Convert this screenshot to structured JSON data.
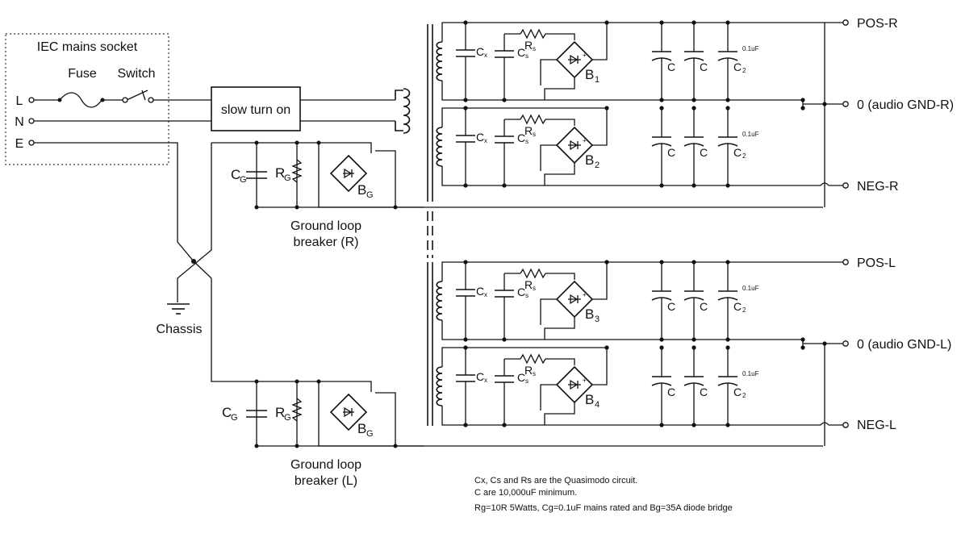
{
  "mains": {
    "title": "IEC mains socket",
    "fuse": "Fuse",
    "switch": "Switch",
    "line": "L",
    "neutral": "N",
    "earth": "E"
  },
  "softstart": "slow turn on",
  "chassis": "Chassis",
  "ground_loop_r": [
    "Ground loop",
    "breaker (R)"
  ],
  "ground_loop_l": [
    "Ground loop",
    "breaker (L)"
  ],
  "components": {
    "cg": "C",
    "cg_sub": "G",
    "rg": "R",
    "rg_sub": "G",
    "bg": "B",
    "bg_sub": "G",
    "cx": "C",
    "cx_sub": "x",
    "cs": "C",
    "cs_sub": "s",
    "rs": "R",
    "rs_sub": "s",
    "c": "C",
    "c2": "C",
    "c2_sub": "2",
    "c2_value": "0.1uF",
    "b": "B",
    "b_subs": [
      "1",
      "2",
      "3",
      "4"
    ]
  },
  "outputs": {
    "pos_r": "POS-R",
    "gnd_r": "0 (audio GND-R)",
    "neg_r": "NEG-R",
    "pos_l": "POS-L",
    "gnd_l": "0 (audio GND-L)",
    "neg_l": "NEG-L"
  },
  "notes": [
    "Cx, Cs and Rs are the Quasimodo circuit.",
    "C are 10,000uF minimum.",
    "Rg=10R 5Watts, Cg=0.1uF mains rated and Bg=35A diode bridge"
  ]
}
